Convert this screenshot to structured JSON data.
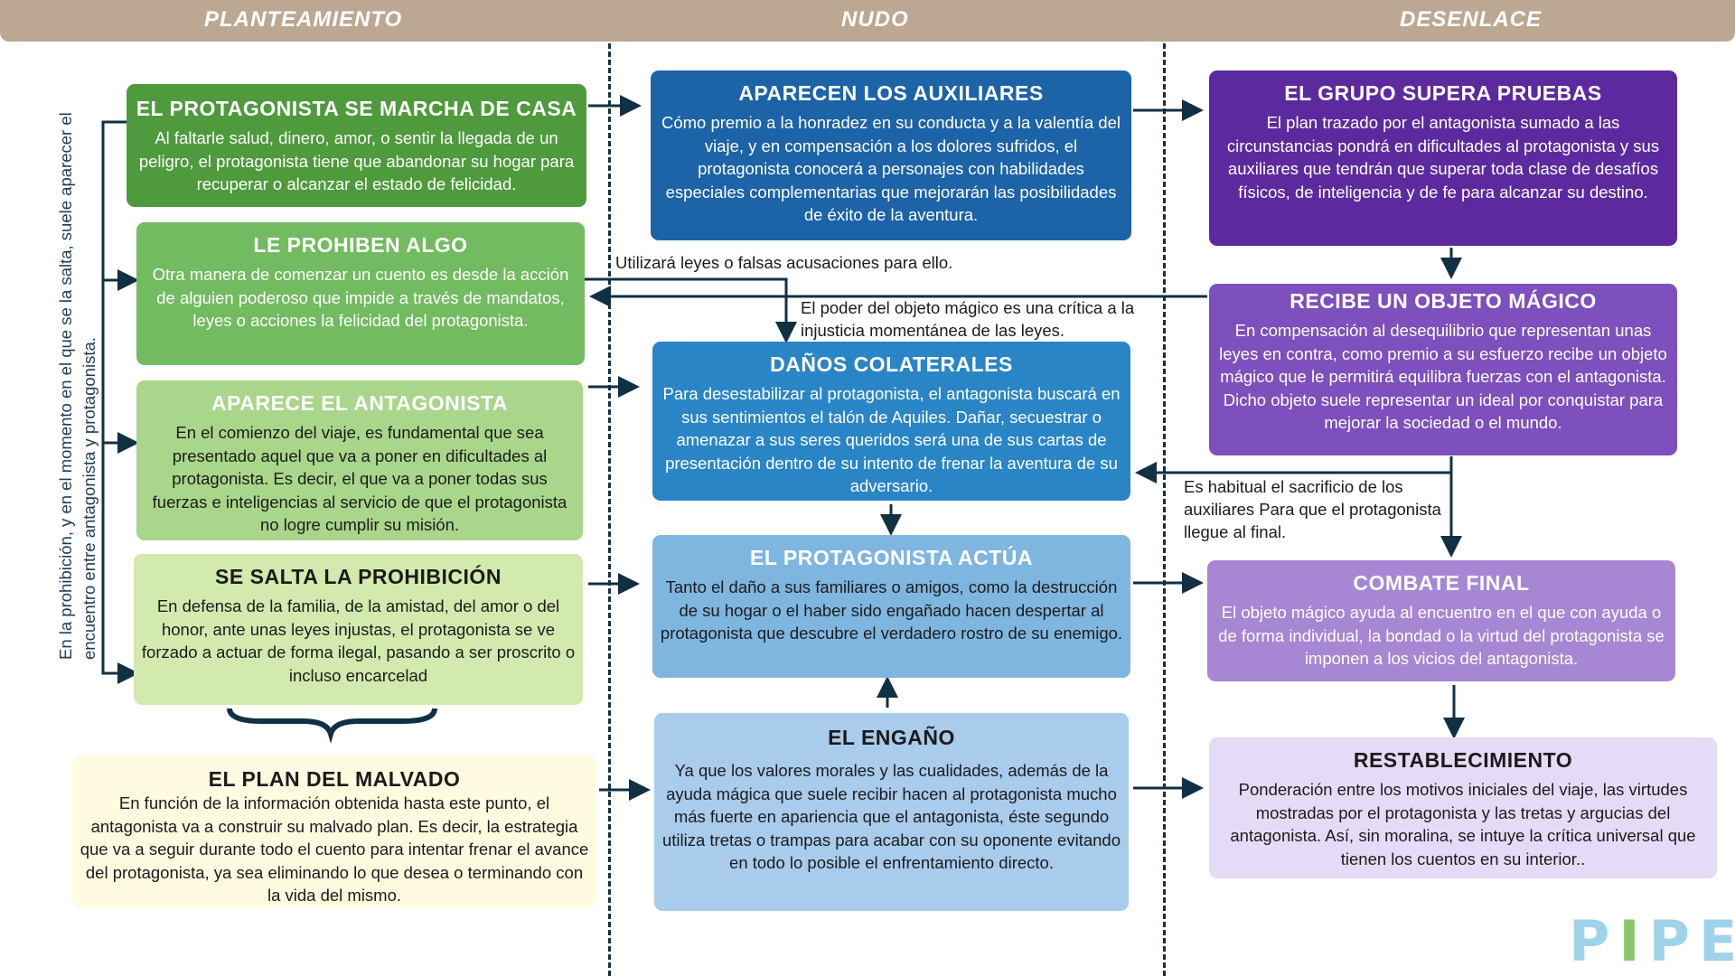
{
  "header": {
    "left": "PLANTEAMIENTO",
    "center": "NUDO",
    "right": "DESENLACE"
  },
  "vertical_note": "En la prohibición, y en el momento en el que se la salta, suele aparecer el encuentro entre antagonista y protagonista.",
  "left_column": [
    {
      "title": "EL PROTAGONISTA SE MARCHA DE CASA",
      "body": "Al faltarle salud, dinero, amor, o sentir la llegada de un peligro, el protagonista tiene que abandonar su hogar para recuperar o alcanzar el estado de felicidad."
    },
    {
      "title": "LE PROHIBEN ALGO",
      "body": "Otra manera de comenzar un cuento es desde la acción de alguien poderoso que impide a través de mandatos, leyes o acciones la felicidad del protagonista."
    },
    {
      "title": "APARECE EL ANTAGONISTA",
      "body": "En el comienzo del viaje, es fundamental que sea presentado aquel que va a poner en dificultades al protagonista. Es decir, el que va a poner todas sus fuerzas e inteligencias al servicio de que el protagonista no logre cumplir su misión."
    },
    {
      "title": "SE SALTA LA PROHIBICIÓN",
      "body": "En defensa de la familia, de la amistad, del amor o del honor, ante unas leyes injustas, el protagonista se ve forzado a actuar de forma ilegal, pasando a ser proscrito o incluso encarcelad"
    },
    {
      "title": "EL PLAN DEL MALVADO",
      "body": "En función de la información obtenida hasta este punto, el antagonista va a construir su malvado plan. Es decir, la estrategia que va a seguir durante todo el cuento para intentar frenar el avance del protagonista, ya sea eliminando lo que desea o terminando con la vida del mismo."
    }
  ],
  "center_column": [
    {
      "title": "APARECEN LOS AUXILIARES",
      "body": "Cómo premio a la honradez en su conducta y a la valentía del viaje, y en compensación a los dolores sufridos, el protagonista conocerá a personajes con habilidades especiales complementarias que mejorarán las posibilidades de éxito de la aventura."
    },
    {
      "title": "DAÑOS COLATERALES",
      "body": "Para desestabilizar al protagonista, el antagonista buscará en sus sentimientos el talón de Aquiles. Dañar, secuestrar o amenazar a sus seres queridos será una de sus cartas de presentación dentro de su intento de frenar la aventura de su adversario."
    },
    {
      "title": "EL PROTAGONISTA ACTÚA",
      "body": "Tanto el daño a sus familiares o amigos, como la destrucción de su hogar o el haber sido engañado hacen despertar al protagonista que descubre el verdadero rostro de su enemigo."
    },
    {
      "title": "EL ENGAÑO",
      "body": "Ya que los valores morales y las cualidades, además de la ayuda mágica que suele recibir hacen al protagonista mucho más fuerte en apariencia que el antagonista, éste segundo utiliza tretas o trampas para acabar con su oponente evitando en todo lo posible el enfrentamiento directo."
    }
  ],
  "right_column": [
    {
      "title": "EL GRUPO SUPERA PRUEBAS",
      "body": "El plan trazado por el antagonista sumado a las circunstancias pondrá en dificultades al protagonista y sus auxiliares que tendrán que superar toda clase de desafíos físicos, de inteligencia y de fe para alcanzar su destino."
    },
    {
      "title": "RECIBE UN OBJETO MÁGICO",
      "body": "En compensación al desequilibrio que representan unas leyes en contra, como premio a su esfuerzo recibe un objeto mágico que le permitirá equilibra fuerzas con el antagonista. Dicho objeto suele representar un ideal por conquistar para mejorar la sociedad o el mundo."
    },
    {
      "title": "COMBATE FINAL",
      "body": "El objeto mágico ayuda al encuentro en el que con ayuda o de forma individual, la bondad o la virtud del protagonista se imponen a los vicios del antagonista."
    },
    {
      "title": "RESTABLECIMIENTO",
      "body": "Ponderación entre los motivos iniciales del viaje, las virtudes mostradas por el protagonista y las tretas y argucias del antagonista. Así, sin moralina, se intuye la crítica universal que tienen los cuentos en su interior.."
    }
  ],
  "notes": {
    "leyes": "Utilizará leyes o falsas acusaciones para ello.",
    "objeto_critica": "El poder del objeto mágico es una crítica a la injusticia momentánea de las leyes.",
    "sacrificio": "Es habitual el sacrificio de los auxiliares Para que el protagonista llegue al final."
  },
  "logo": "PIPE",
  "colors": {
    "header": "#bca892",
    "green_dark": "#4e9a3d",
    "green_mid": "#72bb60",
    "green_light": "#a9d68a",
    "green_pale": "#d2eaae",
    "yellow_pale": "#fffbe0",
    "blue_dark": "#1c63a8",
    "blue_mid": "#2a85c6",
    "blue_light": "#7fb6df",
    "blue_pale": "#a9cbec",
    "purple_dark": "#5c2a9e",
    "purple_mid": "#7d50bd",
    "purple_light": "#a786d4",
    "purple_pale": "#e6dbf6",
    "connector": "#123044"
  }
}
